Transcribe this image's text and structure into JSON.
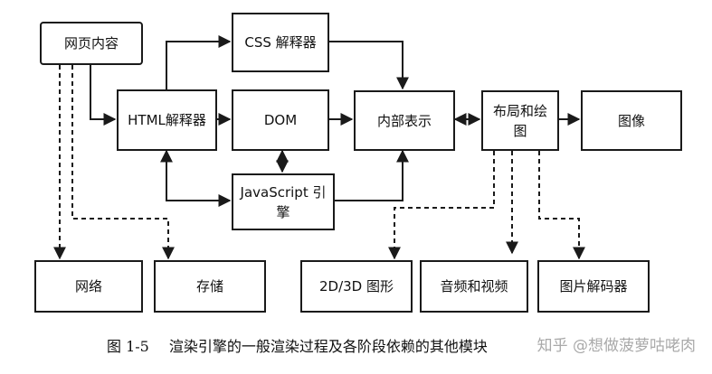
{
  "boxes": {
    "web_content": "网页内容",
    "css_parser": "CSS 解释器",
    "html_parser": "HTML解释器",
    "dom": "DOM",
    "internal_repr": "内部表示",
    "layout_paint": "布局和绘图",
    "image": "图像",
    "js_engine": "JavaScript 引擎",
    "network": "网络",
    "storage": "存储",
    "graphics_2d3d": "2D/3D 图形",
    "audio_video": "音频和视频",
    "image_decoder": "图片解码器"
  },
  "caption": {
    "figure_number": "图 1-5",
    "text": "渲染引擎的一般渲染过程及各阶段依赖的其他模块"
  },
  "watermark": "知乎 @想做菠萝咕咾肉"
}
